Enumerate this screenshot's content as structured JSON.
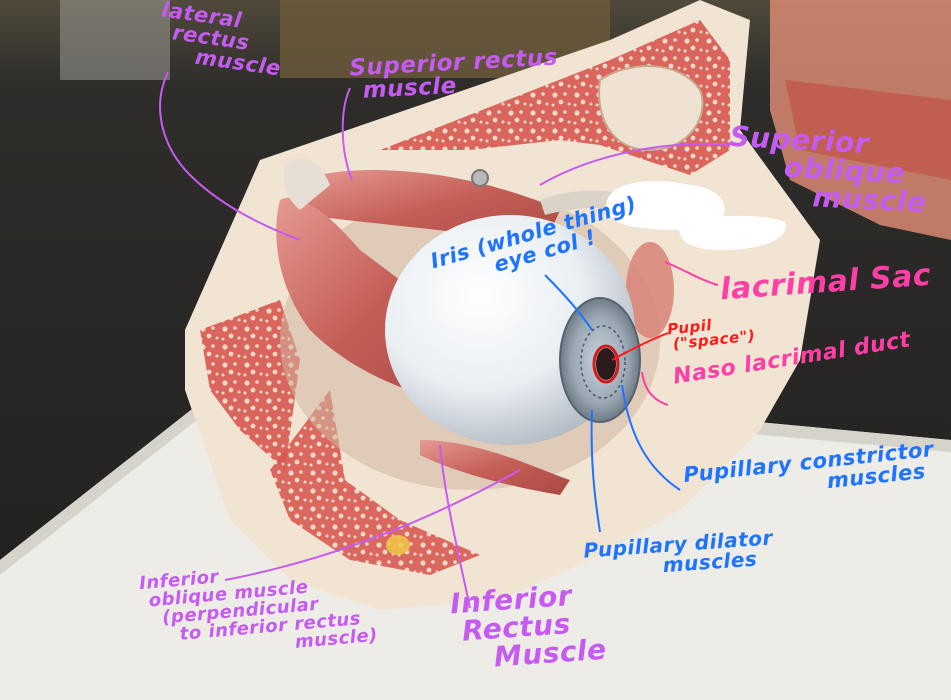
{
  "colors": {
    "purple_ink": "#c65bf2",
    "blue_ink": "#1f74ff",
    "pink_ink": "#ff3fa6",
    "red_ink": "#ff1a1a"
  },
  "labels": {
    "lateral_rectus": [
      "lateral",
      "rectus",
      "muscle"
    ],
    "superior_rectus": [
      "Superior rectus",
      "muscle"
    ],
    "superior_oblique": [
      "Superior",
      "oblique",
      "muscle"
    ],
    "iris": [
      "Iris (whole thing)",
      "eye col !"
    ],
    "pupil": [
      "Pupil",
      "(\"space\")"
    ],
    "lacrimal_sac": "lacrimal Sac",
    "nasolacrimal_duct": "Naso lacrimal duct",
    "pupillary_constrictor": [
      "Pupillary constrictor",
      "muscles"
    ],
    "pupillary_dilator": [
      "Pupillary dilator",
      "muscles"
    ],
    "inferior_oblique": [
      "Inferior",
      "oblique muscle",
      "(perpendicular",
      "to inferior rectus",
      "muscle)"
    ],
    "inferior_rectus": [
      "Inferior",
      "Rectus",
      "Muscle"
    ]
  }
}
